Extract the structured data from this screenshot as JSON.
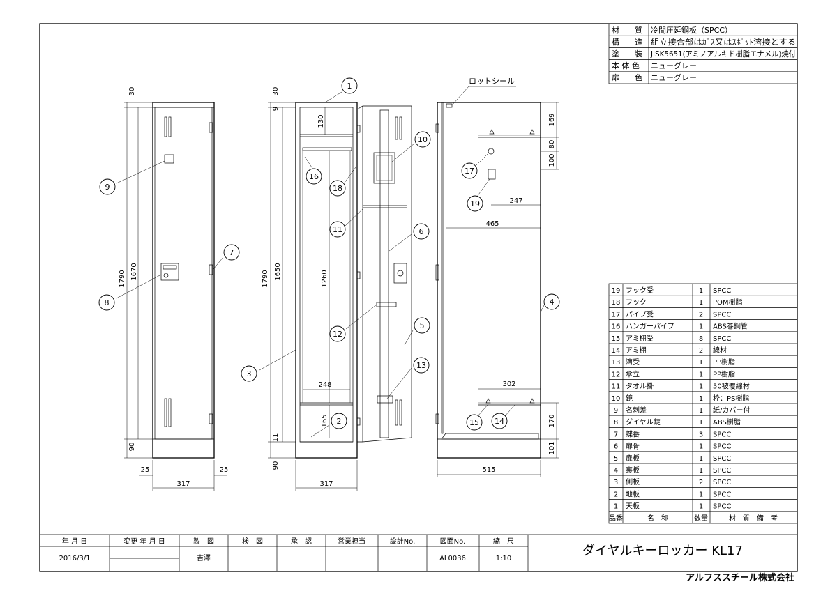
{
  "specs": [
    {
      "k": "材　　質",
      "v": "冷間圧延鋼板（SPCC）"
    },
    {
      "k": "構　　造",
      "v": "組立接合部はｶﾞｽ又はｽﾎﾟｯﾄ溶接とする"
    },
    {
      "k": "塗　　装",
      "v": "JISK5651(アミノアルキド樹脂エナメル)焼付"
    },
    {
      "k": "本 体 色",
      "v": "ニューグレー"
    },
    {
      "k": "扉　　色",
      "v": "ニューグレー"
    }
  ],
  "parts": [
    {
      "no": "19",
      "name": "フック受",
      "qty": "1",
      "mat": "SPCC"
    },
    {
      "no": "18",
      "name": "フック",
      "qty": "1",
      "mat": "POM樹脂"
    },
    {
      "no": "17",
      "name": "パイプ受",
      "qty": "2",
      "mat": "SPCC"
    },
    {
      "no": "16",
      "name": "ハンガーパイプ",
      "qty": "1",
      "mat": "ABS巻鋼管"
    },
    {
      "no": "15",
      "name": "アミ棚受",
      "qty": "8",
      "mat": "SPCC"
    },
    {
      "no": "14",
      "name": "アミ棚",
      "qty": "2",
      "mat": "線材"
    },
    {
      "no": "13",
      "name": "滴受",
      "qty": "1",
      "mat": "PP樹脂"
    },
    {
      "no": "12",
      "name": "傘立",
      "qty": "1",
      "mat": "PP樹脂"
    },
    {
      "no": "11",
      "name": "タオル掛",
      "qty": "1",
      "mat": "50被覆線材"
    },
    {
      "no": "10",
      "name": "鏡",
      "qty": "1",
      "mat": "枠：PS樹脂"
    },
    {
      "no": "9",
      "name": "名刺差",
      "qty": "1",
      "mat": "紙/カバー付"
    },
    {
      "no": "8",
      "name": "ダイヤル錠",
      "qty": "1",
      "mat": "ABS樹脂"
    },
    {
      "no": "7",
      "name": "蝶番",
      "qty": "3",
      "mat": "SPCC"
    },
    {
      "no": "6",
      "name": "扉骨",
      "qty": "1",
      "mat": "SPCC"
    },
    {
      "no": "5",
      "name": "扉板",
      "qty": "1",
      "mat": "SPCC"
    },
    {
      "no": "4",
      "name": "裏板",
      "qty": "1",
      "mat": "SPCC"
    },
    {
      "no": "3",
      "name": "側板",
      "qty": "2",
      "mat": "SPCC"
    },
    {
      "no": "2",
      "name": "地板",
      "qty": "1",
      "mat": "SPCC"
    },
    {
      "no": "1",
      "name": "天板",
      "qty": "1",
      "mat": "SPCC"
    }
  ],
  "parts_header": {
    "no": "品番",
    "name": "名　称",
    "qty": "数量",
    "mat": "材　質　備　考"
  },
  "title_block": {
    "date_label": "年 月 日",
    "date": "2016/3/1",
    "rev_label": "変更 年 月 日",
    "drawn_label": "製　図",
    "drawn": "吉澤",
    "checked_label": "検　図",
    "approved_label": "承　認",
    "sales_label": "営業担当",
    "design_label": "設計No.",
    "dwg_label": "図面No.",
    "dwg": "AL0036",
    "scale_label": "縮　尺",
    "scale": "1:10",
    "title": "ダイヤルキーロッカー KL17",
    "maker": "アルフススチール株式会社"
  },
  "callouts": {
    "n1": "1",
    "n2": "2",
    "n3": "3",
    "n4": "4",
    "n5": "5",
    "n6": "6",
    "n7": "7",
    "n8": "8",
    "n9": "9",
    "n10": "10",
    "n11": "11",
    "n12": "12",
    "n13": "13",
    "n14": "14",
    "n15": "15",
    "n16": "16",
    "n17": "17",
    "n18": "18",
    "n19": "19"
  },
  "dims": {
    "front_30": "30",
    "front_1790": "1790",
    "front_1670": "1670",
    "front_90": "90",
    "front_25l": "25",
    "front_25r": "25",
    "front_317": "317",
    "mid_30": "30",
    "mid_9": "9",
    "mid_130": "130",
    "mid_1790": "1790",
    "mid_1650": "1650",
    "mid_1260": "1260",
    "mid_248": "248",
    "mid_165": "165",
    "mid_11": "11",
    "mid_90": "90",
    "mid_317": "317",
    "side_169": "169",
    "side_80": "80",
    "side_100": "100",
    "side_247": "247",
    "side_465": "465",
    "side_302": "302",
    "side_170": "170",
    "side_101": "101",
    "side_515": "515"
  },
  "side_note": "ロットシール"
}
